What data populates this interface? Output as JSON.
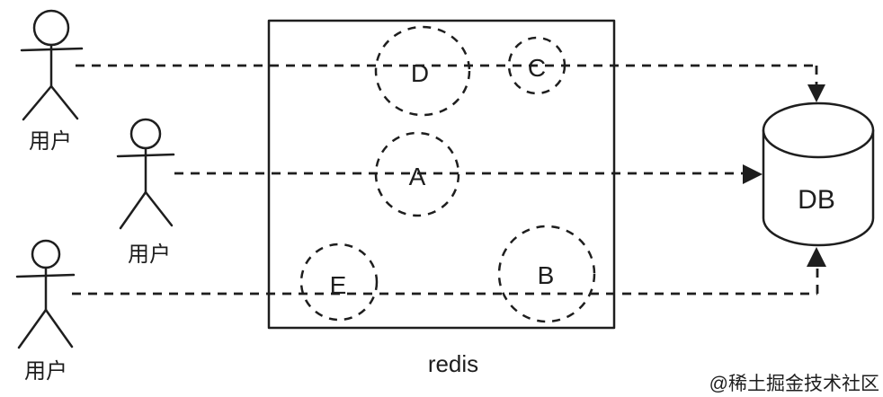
{
  "users": [
    {
      "label": "用户"
    },
    {
      "label": "用户"
    },
    {
      "label": "用户"
    }
  ],
  "cache": {
    "label": "redis",
    "nodes": [
      {
        "id": "D"
      },
      {
        "id": "C"
      },
      {
        "id": "A"
      },
      {
        "id": "E"
      },
      {
        "id": "B"
      }
    ]
  },
  "database": {
    "label": "DB"
  },
  "watermark": {
    "text": "@稀土掘金技术社区"
  },
  "colors": {
    "ink": "#1e1e1e",
    "watermark": "#c4c4c4",
    "background": "#ffffff"
  }
}
